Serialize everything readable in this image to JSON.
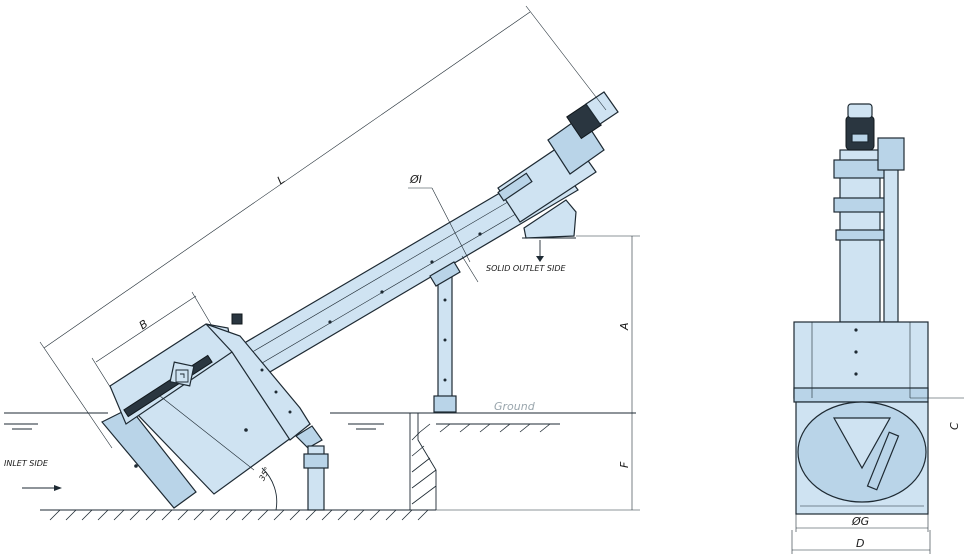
{
  "labels": {
    "length": "L",
    "basket_width": "B",
    "diameter_i": "ØI",
    "solid_outlet": "SOLID OUTLET SIDE",
    "height_a": "A",
    "ground": "Ground",
    "depth_f": "F",
    "inlet_side": "INLET SIDE",
    "angle": "35°",
    "diameter_g": "ØG",
    "width_d": "D",
    "height_c": "C"
  },
  "colors": {
    "body": "#cfe3f2",
    "outline": "#1e2a33",
    "ground_text": "#9aa6ad"
  }
}
